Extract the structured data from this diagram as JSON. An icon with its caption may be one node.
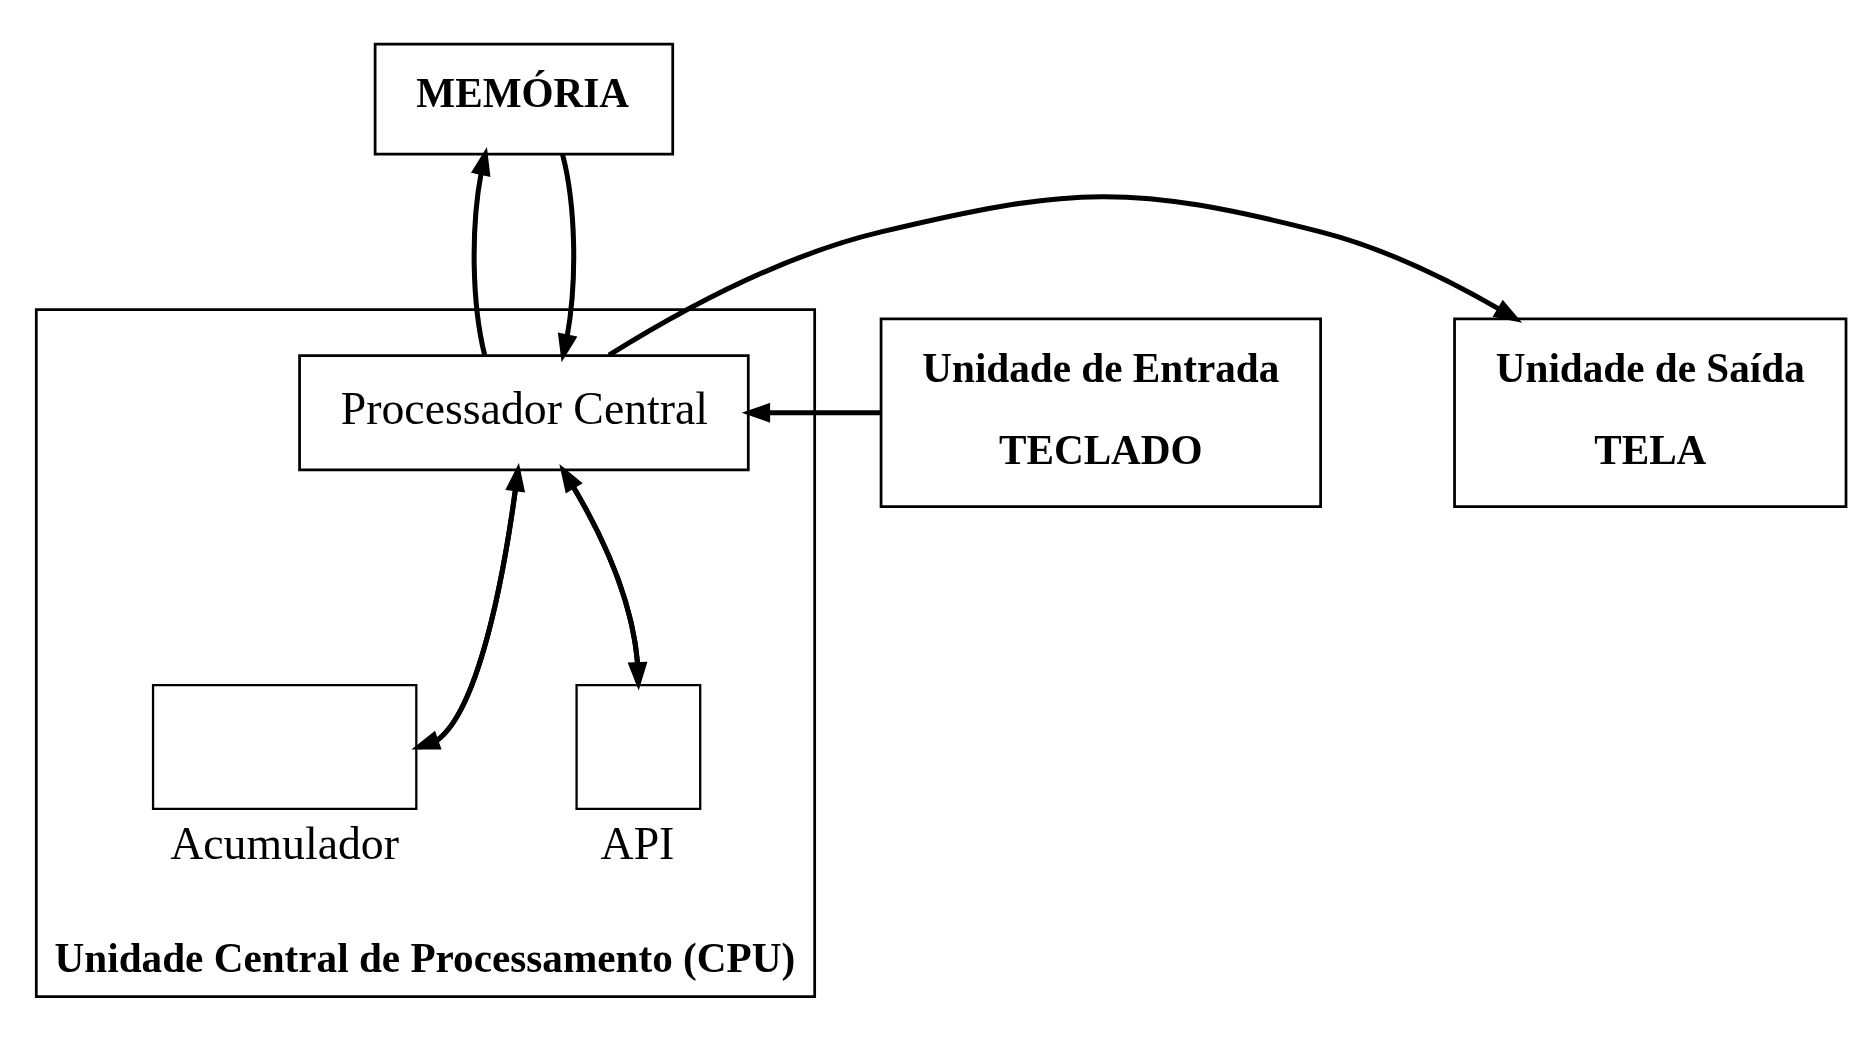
{
  "diagram": {
    "nodes": [
      {
        "text": [
          "MEMÓRIA"
        ]
      },
      {
        "text": [
          "Unidade Central de Processamento (CPU)"
        ]
      },
      {
        "text": [
          "Unidade de Entrada",
          "TECLADO"
        ]
      },
      {
        "text": [
          "Processador Central"
        ],
        "in": 1
      },
      {
        "text": [],
        "shape": "box",
        "beside": [
          "Acumulador"
        ],
        "in": 1
      },
      {
        "text": [],
        "shape": "box",
        "beside": [
          "API"
        ],
        "in": 1
      },
      {
        "text": [
          "Unidade de Saída",
          "TELA"
        ]
      }
    ],
    "edges": [
      {
        "from": 3,
        "to": 0,
        "arrow": "to"
      },
      {
        "from": 0,
        "to": 3,
        "arrow": "to"
      },
      {
        "from": 2,
        "to": 3,
        "arrow": "to"
      },
      {
        "from": 3,
        "to": 6,
        "arrow": "to"
      },
      {
        "from": 3,
        "to": 4,
        "arrow": "to"
      },
      {
        "from": 4,
        "to": 3,
        "arrow": "to"
      },
      {
        "from": 5,
        "to": 3,
        "arrow": "to"
      },
      {
        "from": 3,
        "to": 5,
        "arrow": "to"
      }
    ]
  }
}
